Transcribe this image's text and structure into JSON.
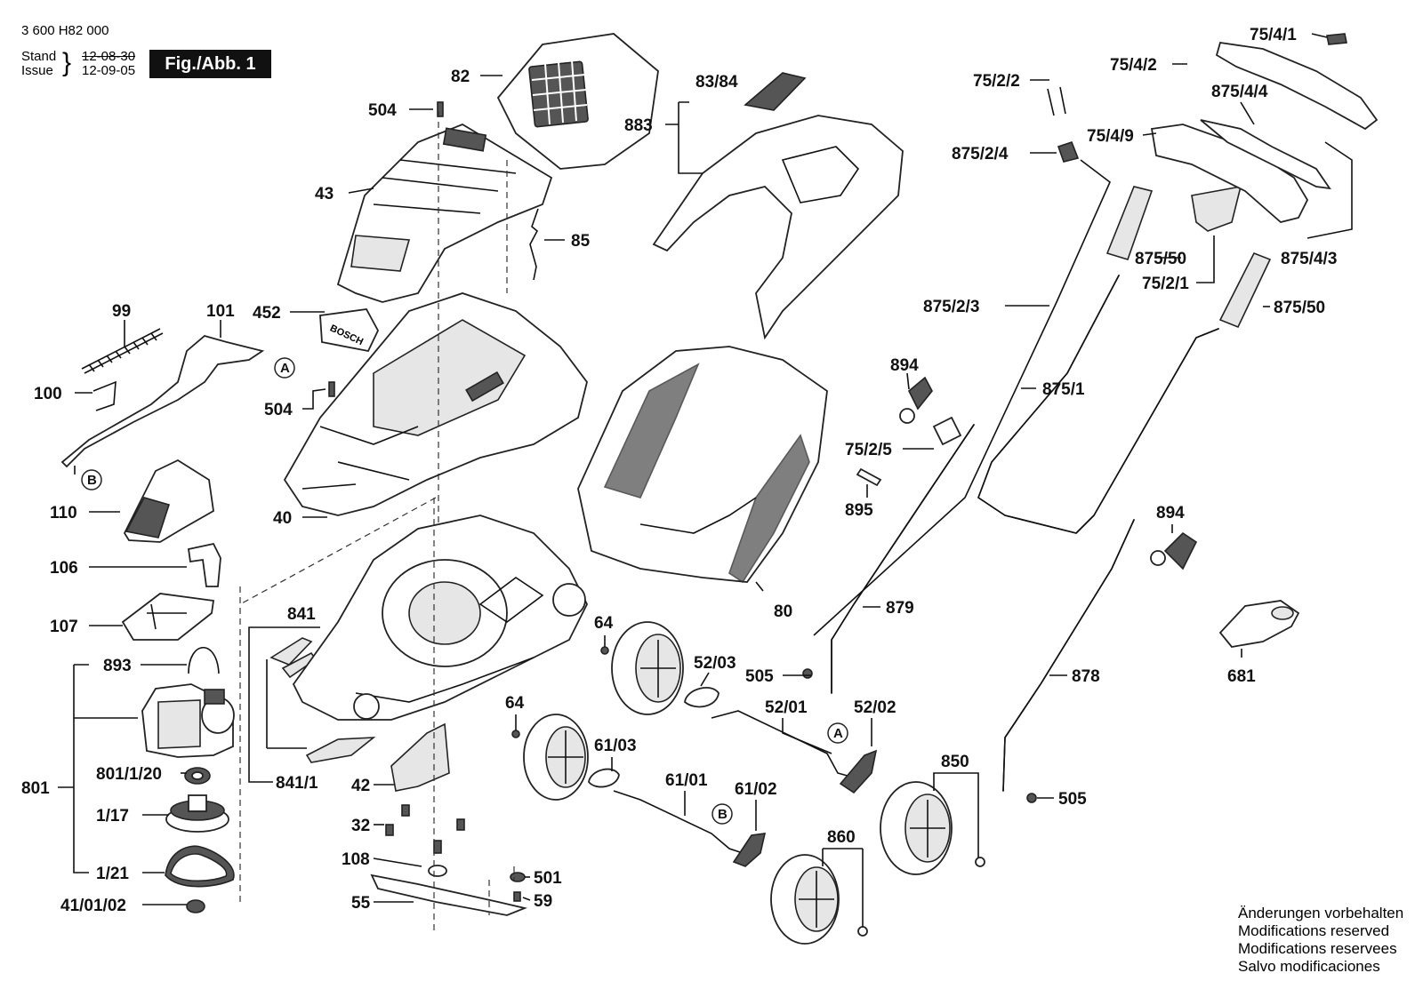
{
  "header": {
    "part_number": "3 600 H82 000",
    "stand_label": "Stand",
    "issue_label": "Issue",
    "stand_date": "12-08-30",
    "issue_date": "12-09-05",
    "figure_label": "Fig./Abb. 1"
  },
  "notes": [
    "Änderungen vorbehalten",
    "Modifications reserved",
    "Modifications reservees",
    "Salvo modificaciones"
  ],
  "callouts": {
    "c82": "82",
    "c504a": "504",
    "c43": "43",
    "c85": "85",
    "c452": "452",
    "c504b": "504",
    "c40": "40",
    "c99": "99",
    "c101": "101",
    "c100": "100",
    "c110": "110",
    "c106": "106",
    "c107": "107",
    "c893": "893",
    "c801": "801",
    "c801_1_20": "801/1/20",
    "c1_17": "1/17",
    "c1_21": "1/21",
    "c41_01_02": "41/01/02",
    "c841": "841",
    "c841_1": "841/1",
    "c42": "42",
    "c32": "32",
    "c108": "108",
    "c55": "55",
    "c501": "501",
    "c59": "59",
    "c83_84": "83/84",
    "c883": "883",
    "c80": "80",
    "c64a": "64",
    "c52_03": "52/03",
    "c505a": "505",
    "c52_01": "52/01",
    "c52_02": "52/02",
    "c64b": "64",
    "c61_03": "61/03",
    "c61_01": "61/01",
    "c61_02": "61/02",
    "c860": "860",
    "c850": "850",
    "c75_2_2": "75/2/2",
    "c875_2_4": "875/2/4",
    "c875_2_3": "875/2/3",
    "c894a": "894",
    "c75_2_5": "75/2/5",
    "c895": "895",
    "c879": "879",
    "c875_1": "875/1",
    "c894b": "894",
    "c878": "878",
    "c505b": "505",
    "c75_4_1": "75/4/1",
    "c75_4_2": "75/4/2",
    "c875_4_4": "875/4/4",
    "c75_4_9": "75/4/9",
    "c875_50a": "875/50",
    "c75_2_1": "75/2/1",
    "c875_4_3": "875/4/3",
    "c875_50b": "875/50",
    "c681": "681"
  },
  "reference_markers": {
    "a1": "A",
    "b1": "B",
    "a2": "A",
    "b2": "B"
  }
}
